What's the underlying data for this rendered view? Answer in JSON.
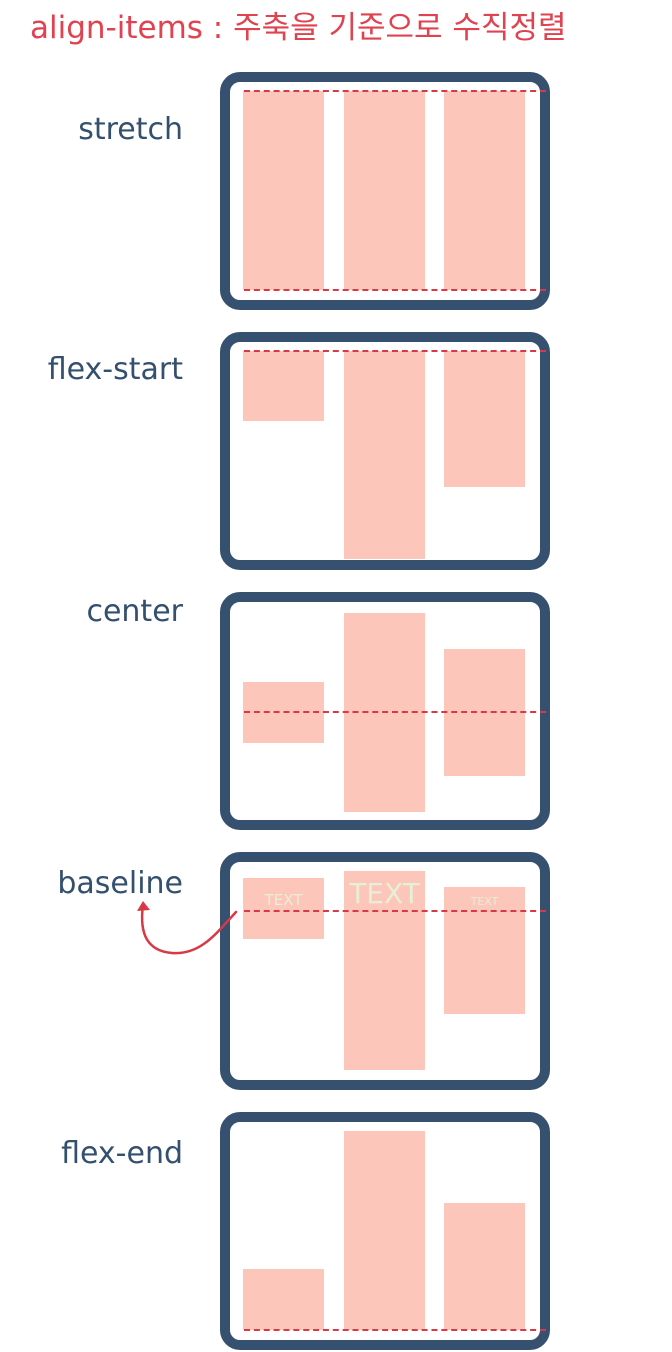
{
  "title": "align-items : 주축을 기준으로 수직정렬",
  "colors": {
    "title": "#e0424f",
    "label": "#33506f",
    "frame": "#36506f",
    "item": "#fdc6bb",
    "guide": "#d93846",
    "item_text": "#e6efd8"
  },
  "panels": [
    {
      "label": "stretch"
    },
    {
      "label": "flex-start"
    },
    {
      "label": "center"
    },
    {
      "label": "baseline",
      "item_texts": [
        "TEXT",
        "TEXT",
        "TEXT"
      ]
    },
    {
      "label": "flex-end"
    }
  ]
}
